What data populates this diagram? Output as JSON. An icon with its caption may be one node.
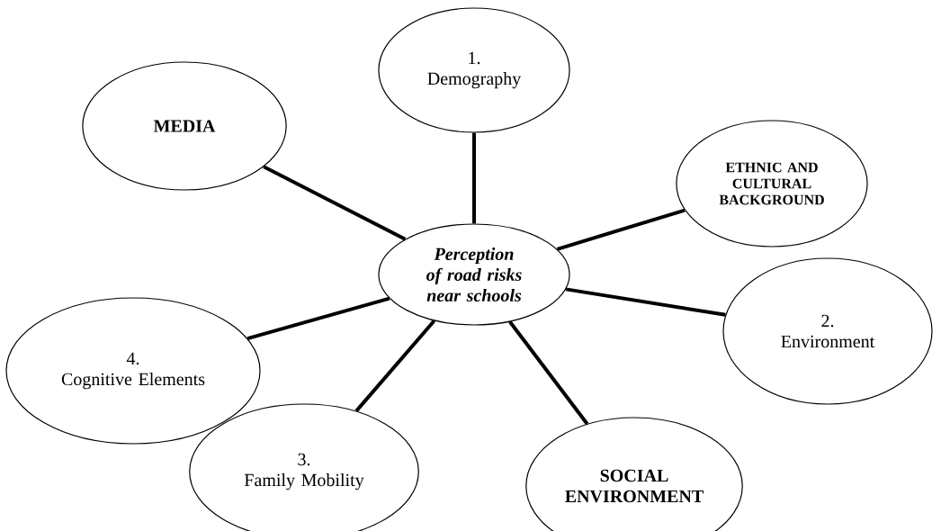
{
  "diagram": {
    "nodes": [
      {
        "text": [
          "1.",
          "Demography"
        ]
      },
      {
        "text": [
          "MEDIA"
        ]
      },
      {
        "text": [
          "ETHNIC AND CULTURAL BACKGROUND"
        ]
      },
      {
        "text": [
          "Perception of road risks near schools"
        ]
      },
      {
        "text": [
          "4.",
          "Cognitive Elements"
        ]
      },
      {
        "text": [
          "2.",
          "Environment"
        ]
      },
      {
        "text": [
          "3.",
          "Family Mobility"
        ]
      },
      {
        "text": [
          "SOCIAL ENVIRONMENT"
        ]
      }
    ],
    "edges": [
      {
        "from": 3,
        "to": 0,
        "arrow": "none"
      },
      {
        "from": 3,
        "to": 1,
        "arrow": "none"
      },
      {
        "from": 3,
        "to": 2,
        "arrow": "none"
      },
      {
        "from": 3,
        "to": 4,
        "arrow": "none"
      },
      {
        "from": 3,
        "to": 5,
        "arrow": "none"
      },
      {
        "from": 3,
        "to": 6,
        "arrow": "none"
      },
      {
        "from": 3,
        "to": 7,
        "arrow": "none"
      }
    ]
  }
}
